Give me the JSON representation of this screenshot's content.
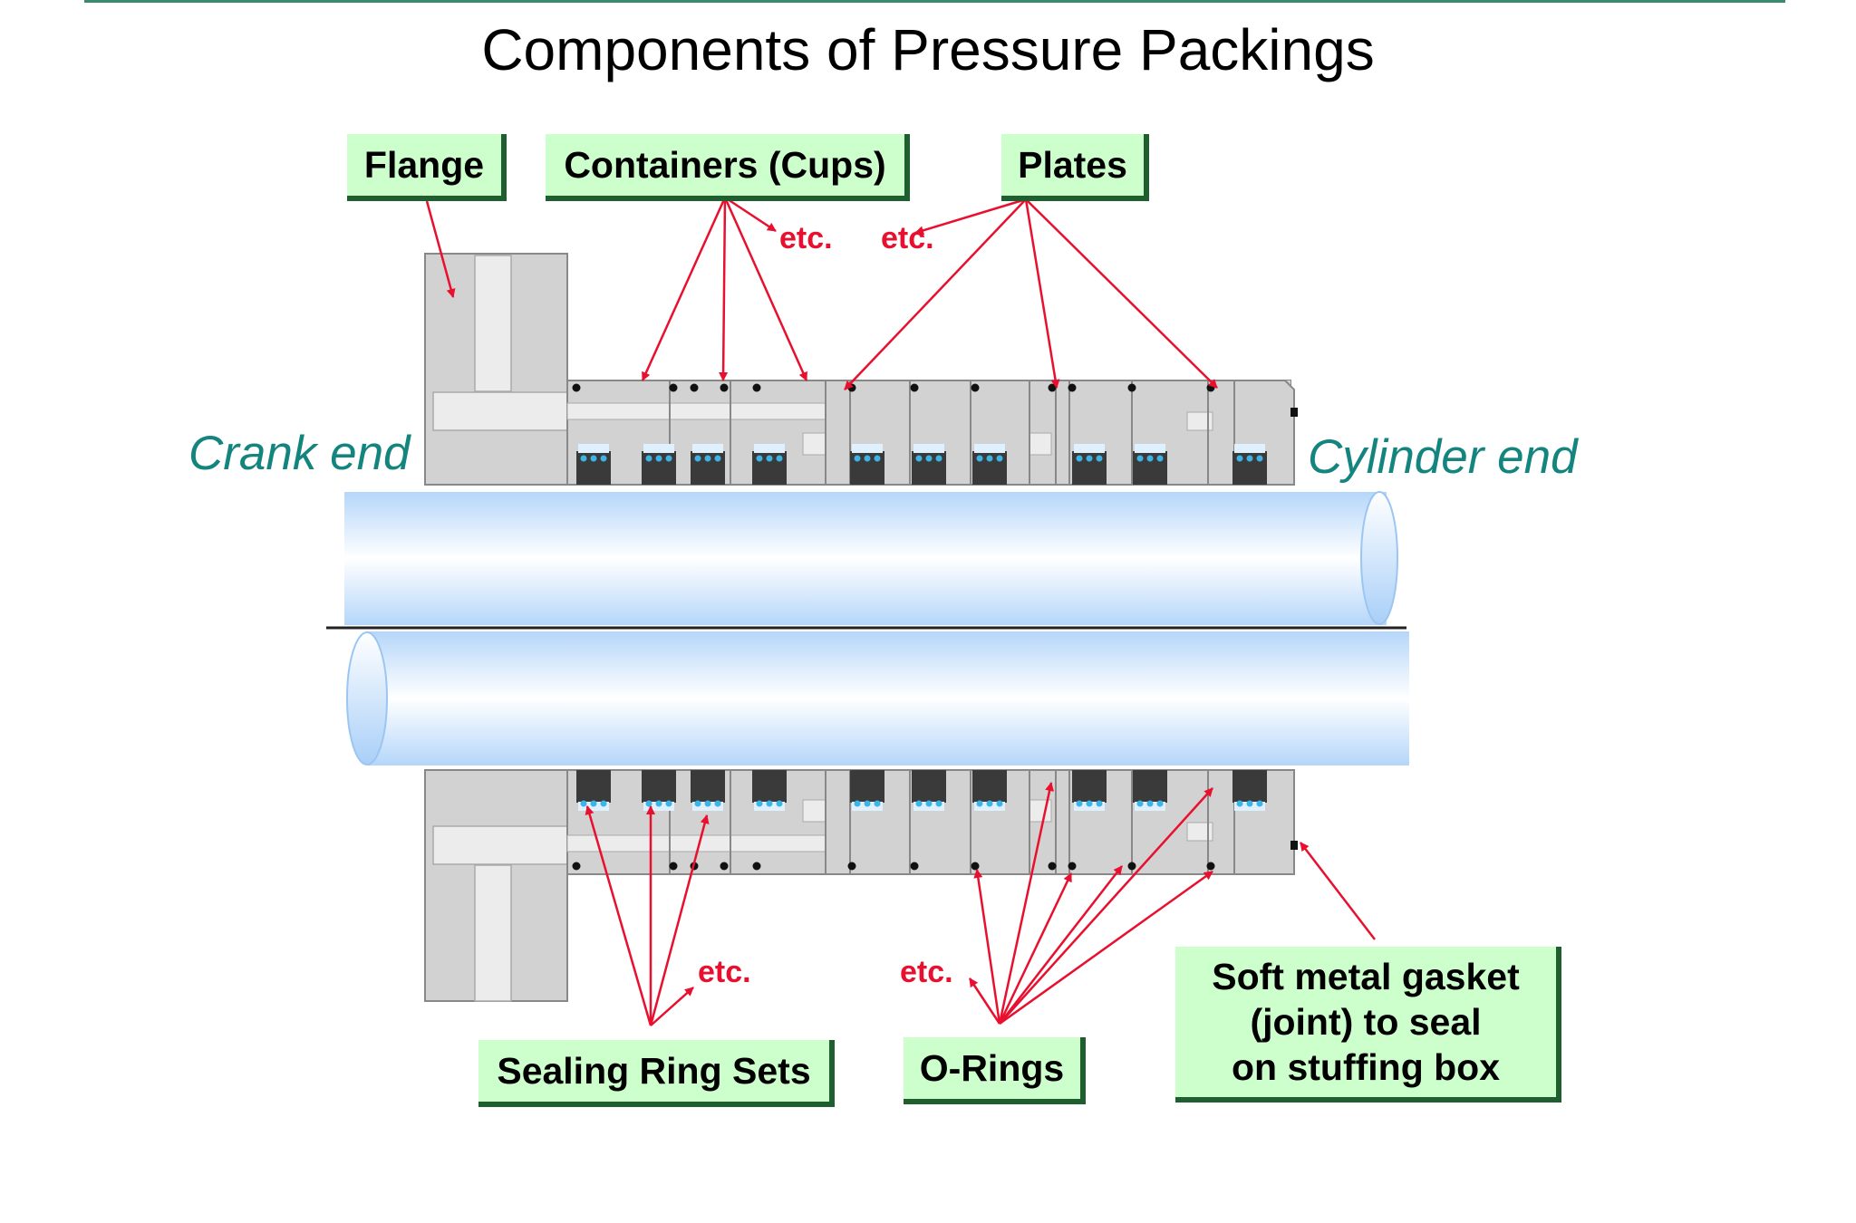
{
  "title": "Components of Pressure Packings",
  "labels": {
    "flange": "Flange",
    "containers": "Containers (Cups)",
    "plates": "Plates",
    "sealing_rings": "Sealing Ring Sets",
    "o_rings": "O-Rings",
    "gasket_line1": "Soft metal gasket",
    "gasket_line2": "(joint) to seal",
    "gasket_line3": "on stuffing box",
    "crank_end": "Crank end",
    "cylinder_end": "Cylinder end",
    "etc": "etc."
  },
  "colors": {
    "arrow": "#e8102e",
    "callout_fill": "#ccffcc",
    "callout_shadow": "#1f5f2f",
    "end_label": "#14857e",
    "metal": "#d2d2d2",
    "ring": "#3a3a3a",
    "rod": "#cfe5fb"
  }
}
